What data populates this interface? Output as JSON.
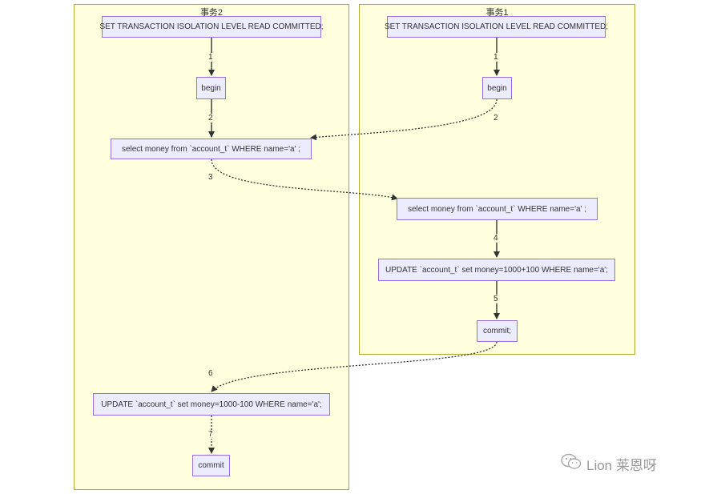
{
  "clusters": {
    "left_title": "事务2",
    "right_title": "事务1"
  },
  "nodes": {
    "t2_set": "SET TRANSACTION ISOLATION LEVEL READ COMMITTED;",
    "t2_begin": "begin",
    "t2_select": "select money from `account_t` WHERE name='a' ;",
    "t2_update": "UPDATE `account_t` set money=1000-100 WHERE name='a';",
    "t2_commit": "commit",
    "t1_set": "SET TRANSACTION ISOLATION LEVEL READ COMMITTED;",
    "t1_begin": "begin",
    "t1_select": "select money from `account_t` WHERE name='a' ;",
    "t1_update": "UPDATE `account_t` set money=1000+100 WHERE name='a';",
    "t1_commit": "commit;"
  },
  "edge_labels": {
    "e1_left": "1",
    "e1_right": "1",
    "e2_left": "2",
    "e2_cross": "2",
    "e3": "3",
    "e4": "4",
    "e5": "5",
    "e6": "6",
    "e7": "7"
  },
  "watermark": {
    "text": "Lion 莱恩呀",
    "icon": "wechat-icon"
  },
  "colors": {
    "node_fill": "#ececff",
    "node_border": "#9370db",
    "cluster_fill": "#ffffde",
    "cluster_border": "#aaaa33",
    "edge": "#333333"
  }
}
